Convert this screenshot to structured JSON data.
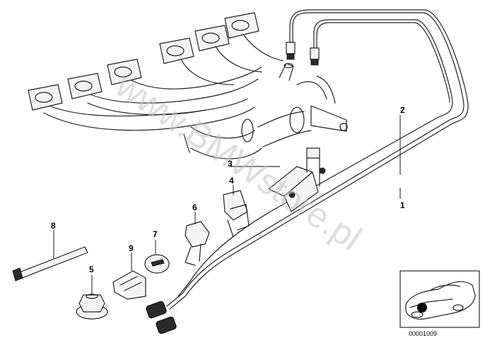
{
  "watermark": "www.BMWstore.pl",
  "diagram_id": "00001009",
  "callouts": [
    {
      "label": "1",
      "part": "lambda probe lower"
    },
    {
      "label": "2",
      "part": "lambda probe upper"
    },
    {
      "label": "3",
      "part": "bracket"
    },
    {
      "label": "4",
      "part": "clip"
    },
    {
      "label": "5",
      "part": "nut"
    },
    {
      "label": "6",
      "part": "clip"
    },
    {
      "label": "7",
      "part": "grommet"
    },
    {
      "label": "8",
      "part": "cable tie"
    },
    {
      "label": "9",
      "part": "clamp"
    }
  ]
}
